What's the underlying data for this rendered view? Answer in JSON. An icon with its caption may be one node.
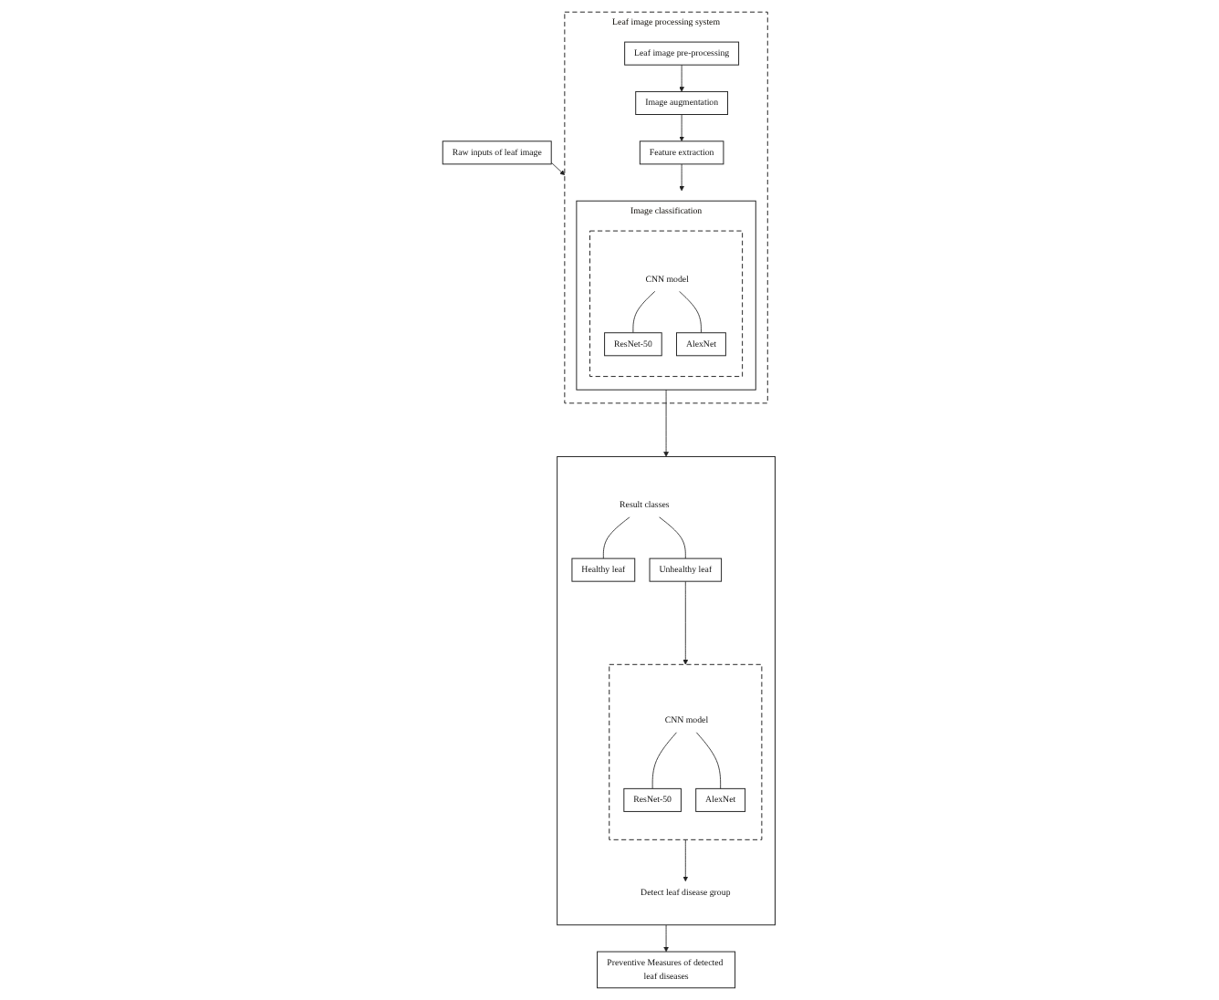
{
  "diagram": {
    "nodes": [
      {
        "text": [
          "Raw inputs of leaf image"
        ]
      },
      {
        "text": [
          "Leaf image processing system"
        ]
      },
      {
        "text": [
          "Leaf image pre-processing"
        ],
        "in": 1
      },
      {
        "text": [
          "Feature extraction"
        ],
        "in": 1
      },
      {
        "text": [
          "Image augmentation"
        ],
        "in": 1
      },
      {
        "text": [
          "Image classification"
        ],
        "in": 1
      },
      {
        "text": [],
        "shape": "box",
        "in": 5
      },
      {
        "text": [
          "CNN model"
        ],
        "in": 6
      },
      {
        "text": [
          "ResNet-50"
        ],
        "in": 6
      },
      {
        "text": [
          "AlexNet"
        ],
        "in": 6
      },
      {
        "text": [],
        "shape": "box"
      },
      {
        "text": [
          "Result classes"
        ],
        "in": 10
      },
      {
        "text": [
          "Healthy leaf"
        ],
        "in": 10
      },
      {
        "text": [
          "Unhealthy leaf"
        ],
        "in": 10
      },
      {
        "text": [],
        "shape": "box",
        "in": 10
      },
      {
        "text": [
          "CNN model"
        ],
        "in": 14
      },
      {
        "text": [
          "ResNet-50"
        ],
        "in": 14
      },
      {
        "text": [
          "AlexNet"
        ],
        "in": 14
      },
      {
        "text": [
          "Detect leaf disease group"
        ],
        "in": 10
      },
      {
        "text": [
          "Preventive Measures of detected leaf diseases"
        ]
      }
    ],
    "edges": [
      {
        "from": 0,
        "to": 1,
        "arrow": "to"
      },
      {
        "from": 2,
        "to": 4,
        "arrow": "to"
      },
      {
        "from": 4,
        "to": 3,
        "arrow": "to"
      },
      {
        "from": 3,
        "to": 5,
        "arrow": "to"
      },
      {
        "from": 7,
        "to": 8,
        "arrow": "none"
      },
      {
        "from": 7,
        "to": 9,
        "arrow": "none"
      },
      {
        "from": 5,
        "to": 10,
        "arrow": "to"
      },
      {
        "from": 11,
        "to": 12,
        "arrow": "none"
      },
      {
        "from": 11,
        "to": 13,
        "arrow": "none"
      },
      {
        "from": 13,
        "to": 14,
        "arrow": "to"
      },
      {
        "from": 15,
        "to": 16,
        "arrow": "none"
      },
      {
        "from": 15,
        "to": 17,
        "arrow": "none"
      },
      {
        "from": 14,
        "to": 18,
        "arrow": "to"
      },
      {
        "from": 10,
        "to": 19,
        "arrow": "to"
      }
    ]
  }
}
